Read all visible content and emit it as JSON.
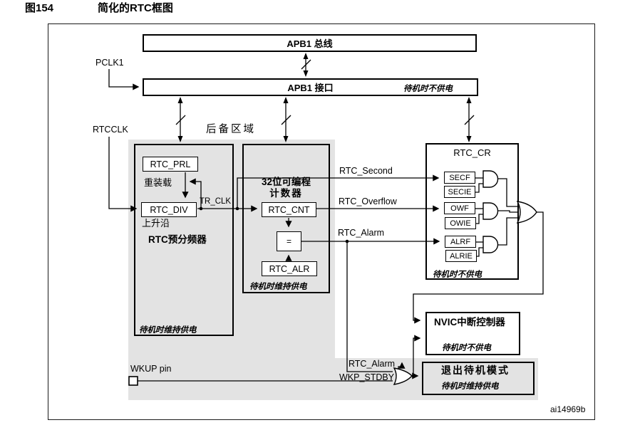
{
  "colors": {
    "backup_gray": "#e3e3e3",
    "line": "#000000"
  },
  "figure": {
    "number": "图154",
    "title": "简化的RTC框图",
    "code": "ai14969b"
  },
  "top": {
    "apb1_bus": "APB1 总线",
    "apb1_interface": "APB1 接口",
    "interface_power_note": "待机时不供电"
  },
  "clocks": {
    "pclk1": "PCLK1",
    "rtcclk": "RTCCLK"
  },
  "backup_domain": {
    "label": "后备区域"
  },
  "prescaler_block": {
    "rtc_prl": "RTC_PRL",
    "reload": "重装载",
    "rtc_div": "RTC_DIV",
    "rising_edge": "上升沿",
    "tr_clk": "TR_CLK",
    "name": "RTC预分频器",
    "power_note": "待机时维持供电"
  },
  "counter_block": {
    "title_line1": "32位可编程",
    "title_line2": "计数器",
    "rtc_cnt": "RTC_CNT",
    "equals": "=",
    "rtc_alr": "RTC_ALR",
    "power_note": "待机时维持供电"
  },
  "signals": {
    "rtc_second": "RTC_Second",
    "rtc_overflow": "RTC_Overflow",
    "rtc_alarm": "RTC_Alarm"
  },
  "rtc_cr_block": {
    "title": "RTC_CR",
    "flags": [
      "SECF",
      "SECIE",
      "OWF",
      "OWIE",
      "ALRF",
      "ALRIE"
    ],
    "power_note": "待机时不供电"
  },
  "nvic_block": {
    "title": "NVIC中断控制器",
    "power_note": "待机时不供电"
  },
  "standby_block": {
    "title": "退出待机模式",
    "power_note": "待机时维持供电"
  },
  "wakeup": {
    "wkup_pin": "WKUP pin",
    "rtc_alarm": "RTC_Alarm",
    "wkp_stdby": "WKP_STDBY"
  }
}
